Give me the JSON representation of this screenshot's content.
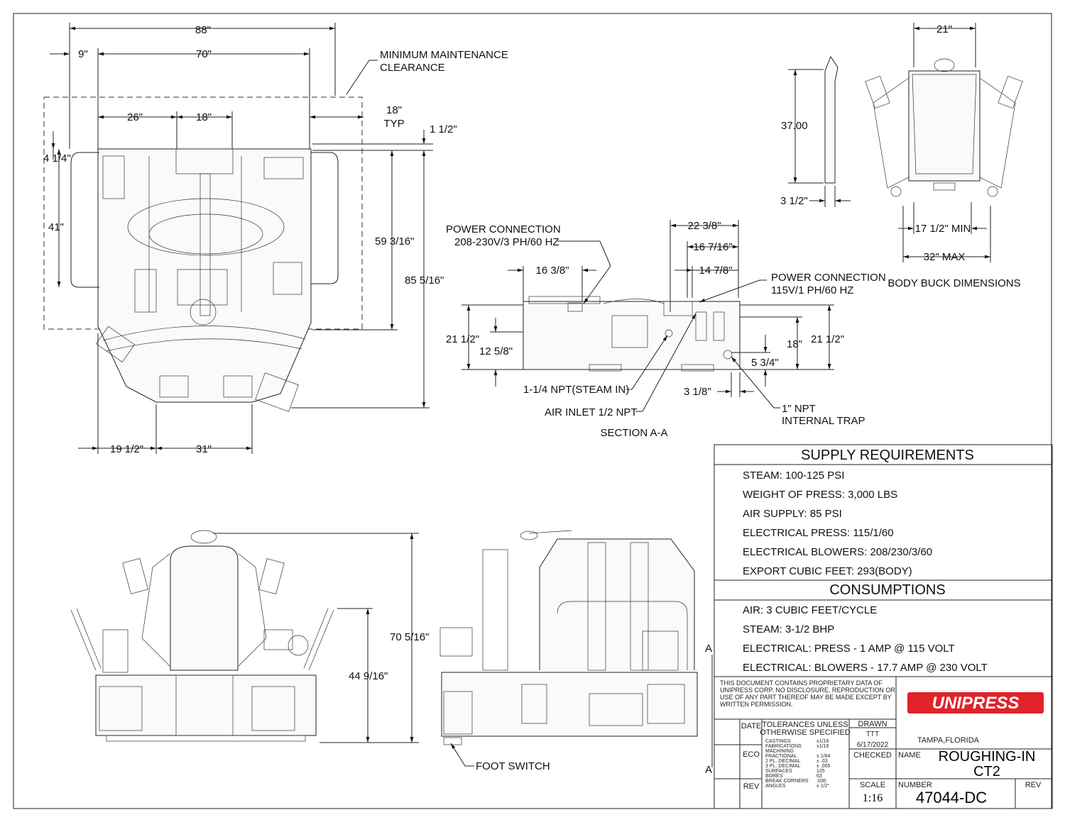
{
  "dimensions_top_view": {
    "d_88": "88\"",
    "d_9": "9\"",
    "d_70": "70\"",
    "d_26": "26\"",
    "d_18a": "18\"",
    "d_18_typ_a": "18\"",
    "d_18_typ_b": "TYP",
    "d_1_5": "1 1/2\"",
    "d_4_25": "4 1/4\"",
    "d_41": "41\"",
    "d_59": "59 3/16\"",
    "d_85": "85 5/16\"",
    "d_19_5": "19 1/2\"",
    "d_31": "31\"",
    "maint_clear_1": "MINIMUM MAINTENANCE",
    "maint_clear_2": "CLEARANCE"
  },
  "section_view": {
    "power_1_a": "POWER CONNECTION",
    "power_1_b": "208-230V/3 PH/60 HZ",
    "power_2_a": "POWER CONNECTION",
    "power_2_b": "115V/1 PH/60 HZ",
    "d_22_38": "22 3/8\"",
    "d_16_716": "16 7/16\"",
    "d_14_78": "14 7/8\"",
    "d_16_38": "16 3/8\"",
    "d_21_5_left": "21 1/2\"",
    "d_12_58": "12 5/8\"",
    "d_18": "18\"",
    "d_21_5_right": "21 1/2\"",
    "d_5_34": "5 3/4\"",
    "d_3_18": "3 1/8\"",
    "steam_in": "1-1/4 NPT(STEAM IN)",
    "air_inlet": "AIR INLET 1/2 NPT",
    "npt_a": "1\" NPT",
    "npt_b": "INTERNAL TRAP",
    "section_label": "SECTION A-A"
  },
  "buck_view": {
    "d_21": "21\"",
    "d_37": "37.00",
    "d_3_5": "3 1/2\"",
    "d_17_5": "17 1/2\" MIN",
    "d_32": "32\" MAX",
    "caption": "BODY BUCK DIMENSIONS"
  },
  "front_view": {
    "d_70_516": "70 5/16\"",
    "d_44_916": "44 9/16\""
  },
  "side_view": {
    "foot_switch": "FOOT SWITCH",
    "section_mark": "A"
  },
  "supply": {
    "title": "SUPPLY REQUIREMENTS",
    "items": [
      "STEAM: 100-125 PSI",
      "WEIGHT OF PRESS: 3,000 LBS",
      "AIR SUPPLY: 85 PSI",
      "ELECTRICAL PRESS: 115/1/60",
      "ELECTRICAL BLOWERS: 208/230/3/60",
      "EXPORT CUBIC FEET: 293(BODY)"
    ]
  },
  "consumptions": {
    "title": "CONSUMPTIONS",
    "items": [
      "AIR: 3 CUBIC FEET/CYCLE",
      "STEAM: 3-1/2 BHP",
      "ELECTRICAL: PRESS - 1 AMP @ 115 VOLT",
      "ELECTRICAL: BLOWERS - 17.7 AMP @ 230 VOLT"
    ]
  },
  "title_block": {
    "notice": [
      "THIS DOCUMENT CONTAINS PROPRIETARY DATA OF",
      "UNIPRESS CORP. NO DISCLOSURE, REPRODUCTION OR",
      "USE OF ANY PART THEREOF MAY BE MADE EXCEPT BY",
      "WRITTEN PERMISSION."
    ],
    "logo": "UNIPRESS",
    "location": "TAMPA,FLORIDA",
    "date_label": "DATE",
    "eco_label": "ECO",
    "rev_label": "REV",
    "tolerance_1": "TOLERANCES UNLESS",
    "tolerance_2": "OTHERWISE SPECIFIED",
    "tol_rows": [
      [
        "CASTINGS",
        "±1/16"
      ],
      [
        "FABRICATIONS",
        "±1/16"
      ],
      [
        "MACHINING",
        ""
      ],
      [
        "FRACTIONAL",
        "± 1/64"
      ],
      [
        "2 PL. DECIMAL",
        "± .03"
      ],
      [
        "3 PL. DECIMAL",
        "± .005"
      ],
      [
        "SURFACES",
        "125"
      ],
      [
        "BORES",
        "63"
      ],
      [
        "BREAK CORNERS",
        ".030"
      ],
      [
        "ANGLES",
        "± 1/2°"
      ]
    ],
    "drawn_label": "DRAWN",
    "drawn_by": "TTT",
    "drawn_date": "6/17/2022",
    "checked_label": "CHECKED",
    "name_label": "NAME",
    "name_1": "ROUGHING-IN",
    "name_2": "CT2",
    "scale_label": "SCALE",
    "scale": "1:16",
    "number_label": "NUMBER",
    "number": "47044-DC",
    "rev_label_right": "REV"
  },
  "colors": {
    "logo_red": "#e0232b",
    "line": "#222222"
  }
}
